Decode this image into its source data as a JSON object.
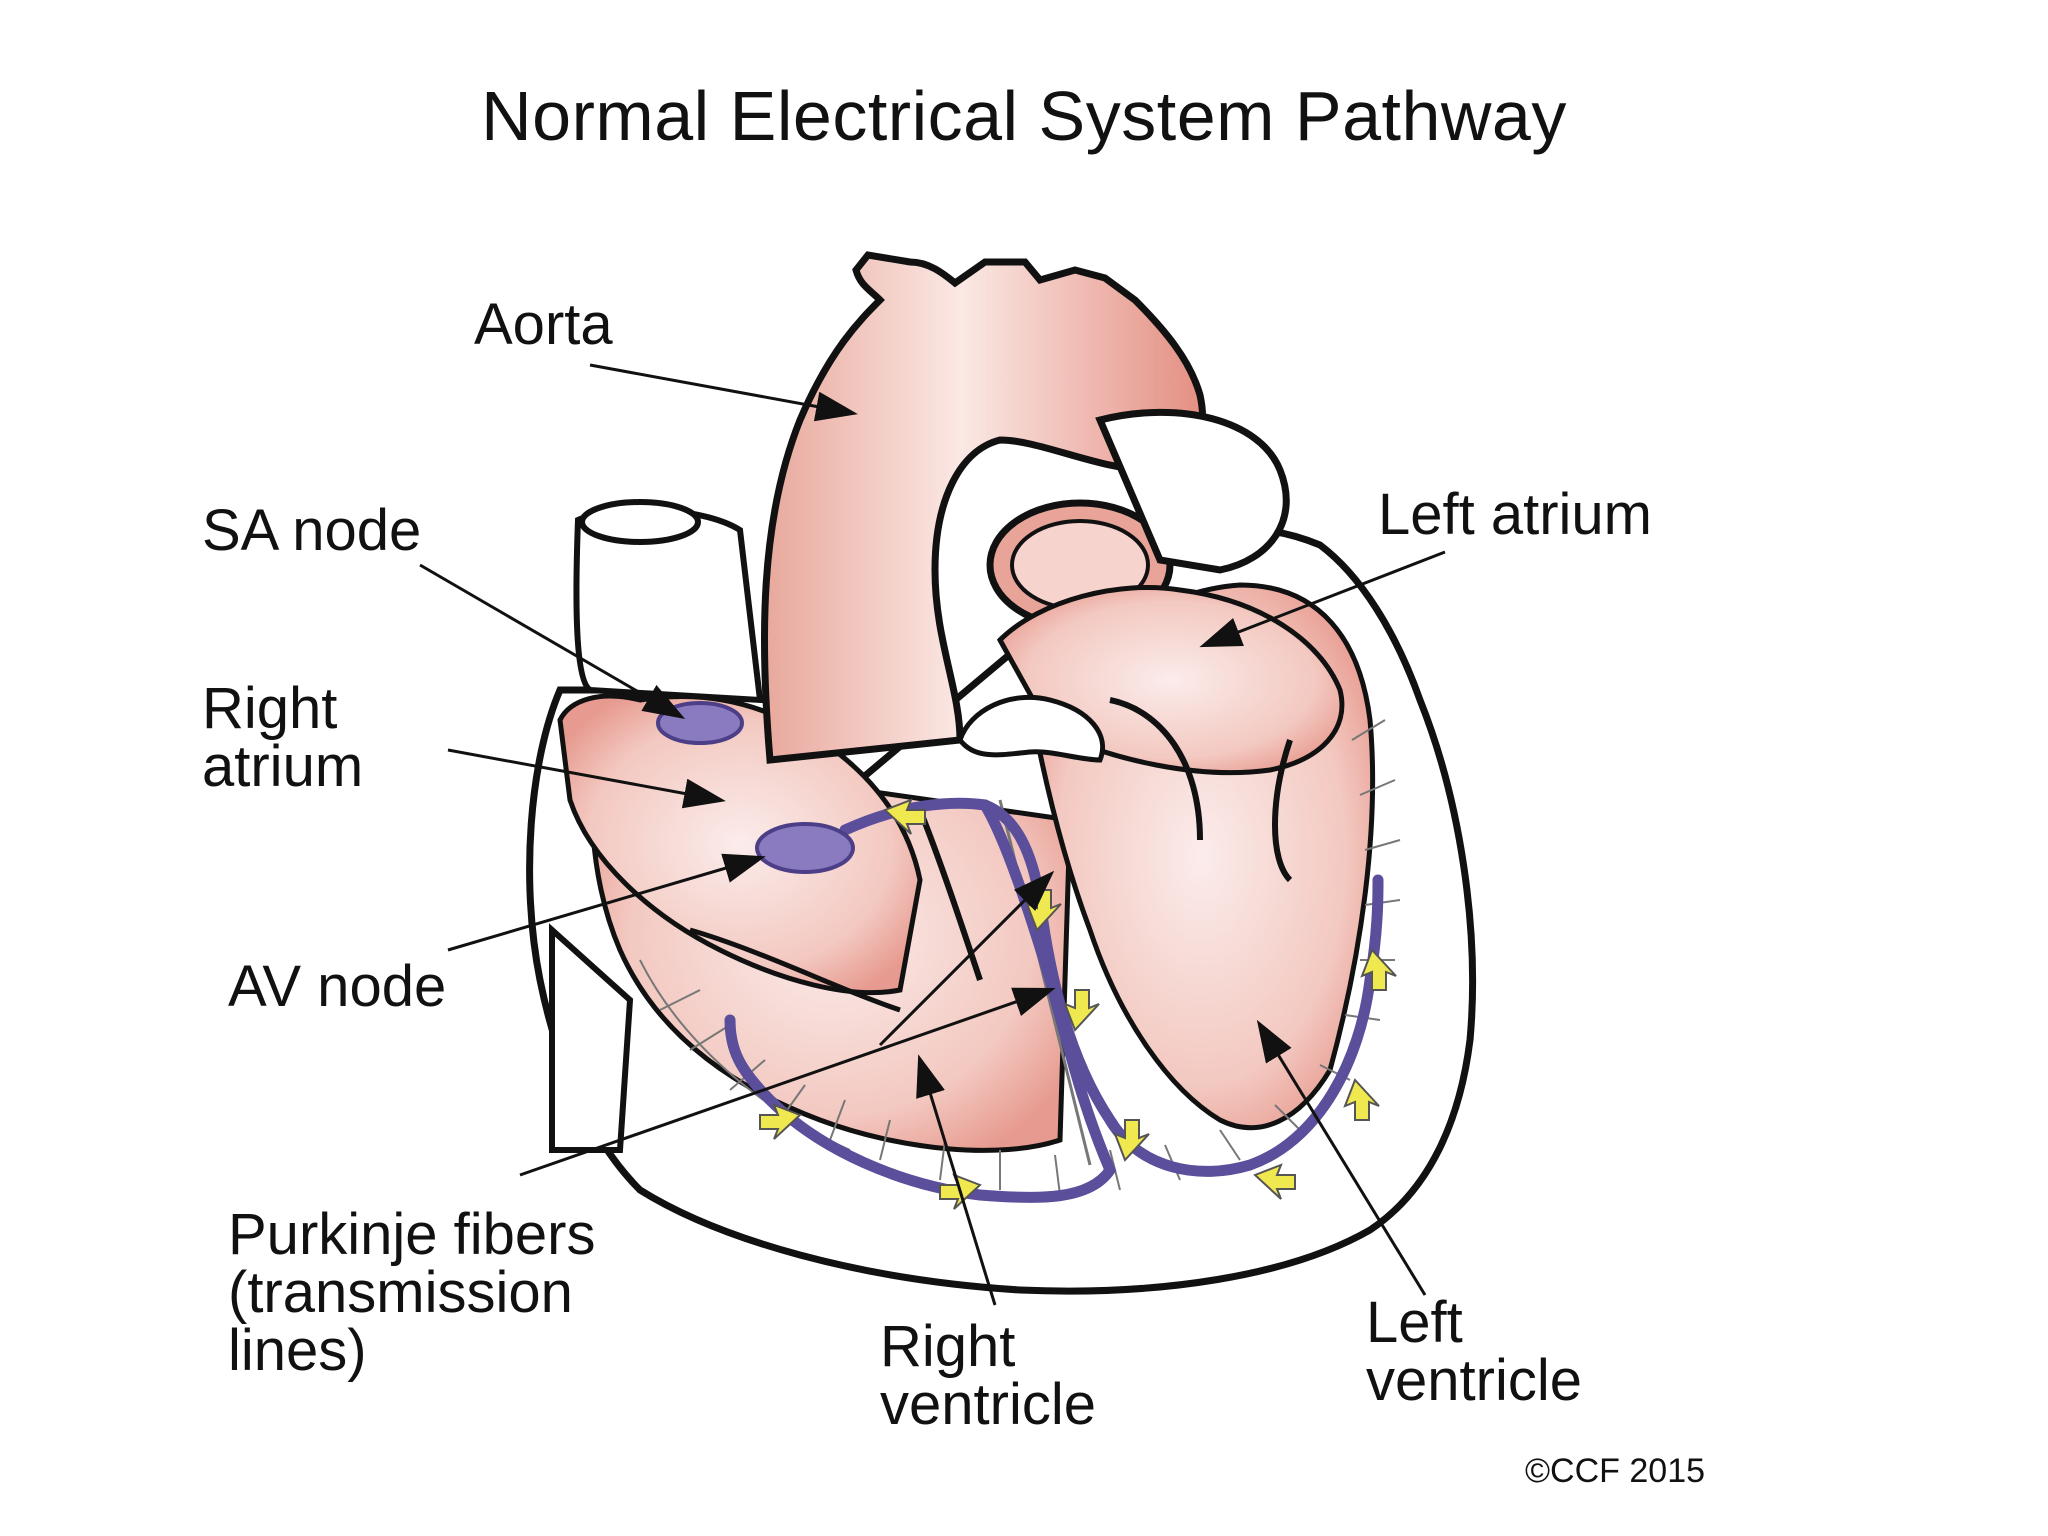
{
  "title": "Normal Electrical System Pathway",
  "labels": {
    "aorta": "Aorta",
    "sa_node": "SA node",
    "right_atrium": "Right\natrium",
    "av_node": "AV node",
    "purkinje_fibers": "Purkinje fibers\n(transmission\n lines)",
    "right_ventricle": "Right\nventricle",
    "left_atrium": "Left atrium",
    "left_ventricle": "Left\nventricle"
  },
  "copyright": "©CCF 2015",
  "colors": {
    "heart_tissue": "#f3c9c1",
    "heart_shade": "#e79a8f",
    "outline": "#111111",
    "conduction_path": "#5b4e9b",
    "node_fill": "#8a7bc0",
    "arrow_highlight": "#f0e84f",
    "background": "#ffffff"
  }
}
